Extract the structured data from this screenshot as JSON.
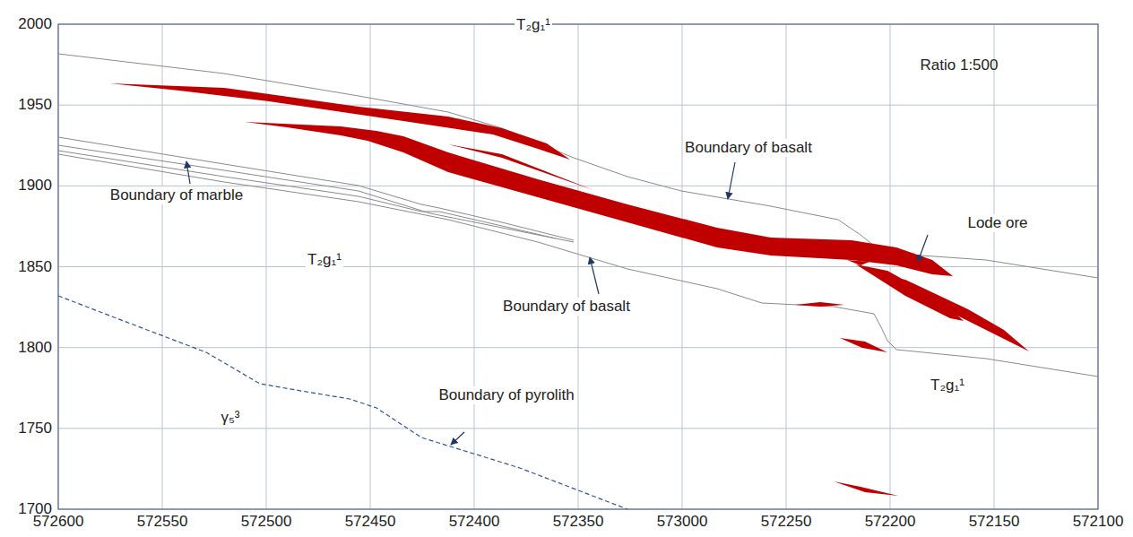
{
  "diagram": {
    "labels": [
      "Ratio 1:500",
      "T₂g₁¹",
      "Boundary of basalt",
      "Lode ore",
      "Boundary of marble",
      "T₂g₁¹",
      "Boundary of basalt",
      "T₂g₁¹",
      "γ₅³",
      "Boundary of pyrolith",
      "2000",
      "1950",
      "1900",
      "1850",
      "1800",
      "1750",
      "1700",
      "572600",
      "572550",
      "572500",
      "572450",
      "572400",
      "572350",
      "573000",
      "572250",
      "572200",
      "572150",
      "572100"
    ]
  }
}
